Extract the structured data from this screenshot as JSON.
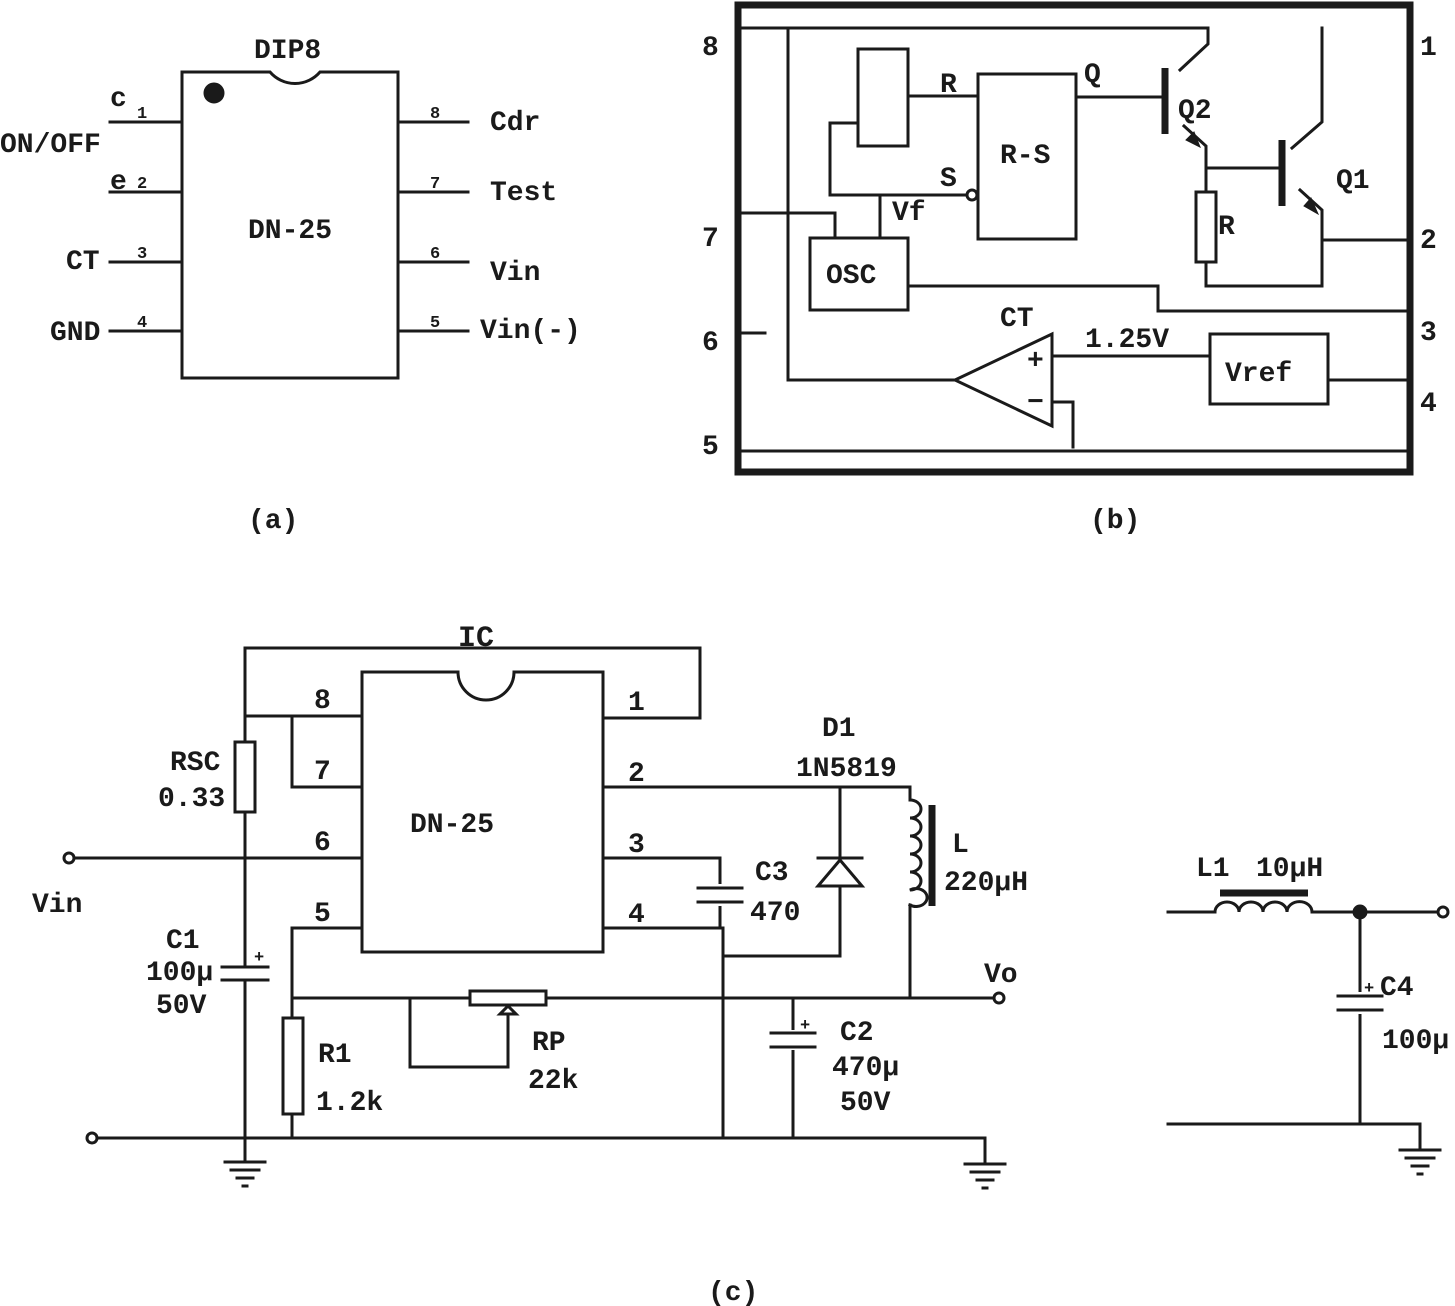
{
  "panel_a": {
    "package_label": "DIP8",
    "chip_name": "DN-25",
    "caption": "(a)",
    "left_pins": [
      {
        "num": "1",
        "name": "c"
      },
      {
        "num": "2",
        "name": "e"
      },
      {
        "num": "3",
        "name": "CT"
      },
      {
        "num": "4",
        "name": "GND"
      }
    ],
    "left_extra_label": "ON/OFF",
    "right_pins": [
      {
        "num": "8",
        "name": "Cdr"
      },
      {
        "num": "7",
        "name": "Test"
      },
      {
        "num": "6",
        "name": "Vin"
      },
      {
        "num": "5",
        "name": "Vin(-)"
      }
    ]
  },
  "panel_b": {
    "caption": "(b)",
    "left_pins": [
      "8",
      "7",
      "6",
      "5"
    ],
    "right_pins": [
      "1",
      "2",
      "3",
      "4"
    ],
    "rs_block": "R-S",
    "rs_in_r": "R",
    "rs_in_s": "S",
    "rs_out": "Q",
    "osc_block": "OSC",
    "vf_label": "Vf",
    "vref_block": "Vref",
    "comparator": "CT",
    "comp_plus": "+",
    "comp_minus": "−",
    "ref_voltage": "1.25V",
    "q2": "Q2",
    "q1": "Q1",
    "resistor": "R"
  },
  "panel_c": {
    "caption": "(c)",
    "ic_label": "IC",
    "chip_name": "DN-25",
    "pins_left": [
      "8",
      "7",
      "6",
      "5"
    ],
    "pins_right": [
      "1",
      "2",
      "3",
      "4"
    ],
    "rsc_name": "RSC",
    "rsc_value": "0.33",
    "vin_label": "Vin",
    "c1_name": "C1",
    "c1_value": "100μ",
    "c1_voltage": "50V",
    "r1_name": "R1",
    "r1_value": "1.2k",
    "rp_name": "RP",
    "rp_value": "22k",
    "d1_name": "D1",
    "d1_part": "1N5819",
    "c3_name": "C3",
    "c3_value": "470",
    "l_name": "L",
    "l_value": "220μH",
    "vo_label": "Vo",
    "c2_name": "C2",
    "c2_value": "470μ",
    "c2_voltage": "50V",
    "l1_name": "L1",
    "l1_value": "10μH",
    "c4_name": "C4",
    "c4_value": "100μ",
    "plus_mark": "+"
  }
}
